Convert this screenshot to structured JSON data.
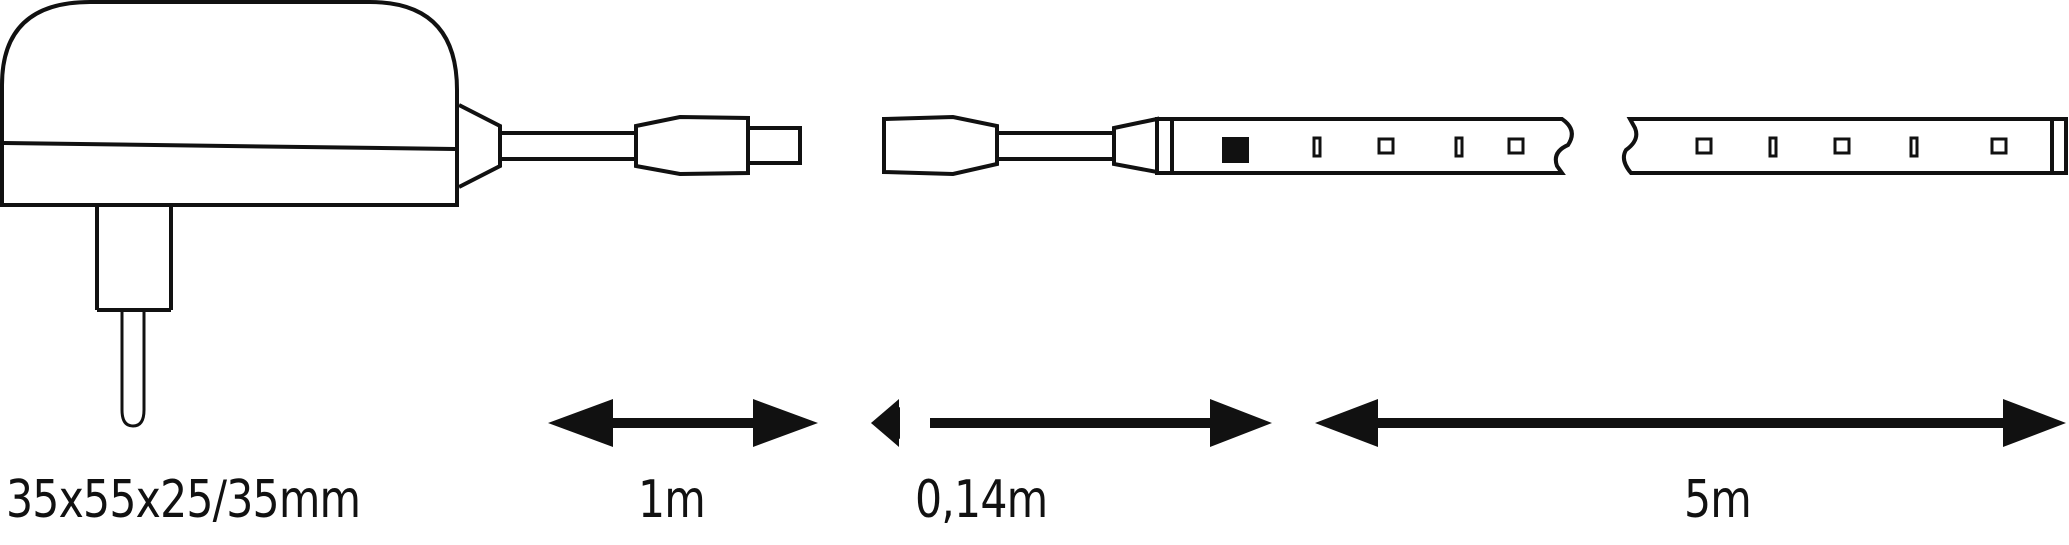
{
  "diagram": {
    "components": [
      {
        "name": "power-adapter",
        "label": "35x55x25/35mm"
      },
      {
        "name": "supply-cable",
        "label": "1m"
      },
      {
        "name": "connector-cable",
        "label": "0,14m"
      },
      {
        "name": "led-strip",
        "label": "5m"
      }
    ],
    "colors": {
      "stroke": "#111111",
      "background": "#ffffff"
    }
  }
}
